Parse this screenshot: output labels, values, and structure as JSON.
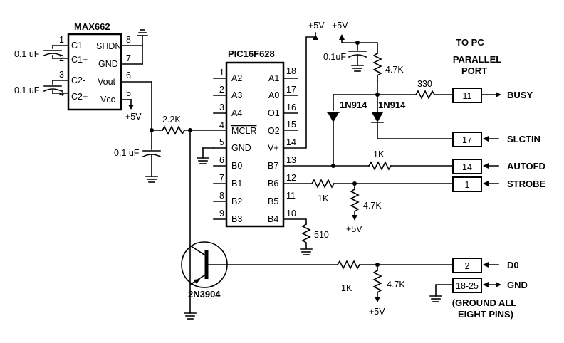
{
  "max662": {
    "name": "MAX662",
    "pins_left": [
      "C1-",
      "C1+",
      "C2-",
      "C2+"
    ],
    "pins_left_nums": [
      "1",
      "2",
      "3",
      "4"
    ],
    "pins_right": [
      "SHDN",
      "GND",
      "Vout",
      "Vcc"
    ],
    "pins_right_nums": [
      "8",
      "7",
      "6",
      "5"
    ]
  },
  "pic": {
    "name": "PIC16F628",
    "pins_left": [
      "A2",
      "A3",
      "A4",
      "MCLR",
      "GND",
      "B0",
      "B1",
      "B2",
      "B3"
    ],
    "pins_left_nums": [
      "1",
      "2",
      "3",
      "4",
      "5",
      "6",
      "7",
      "8",
      "9"
    ],
    "pins_right": [
      "A1",
      "A0",
      "O1",
      "O2",
      "V+",
      "B7",
      "B6",
      "B5",
      "B4"
    ],
    "pins_right_nums": [
      "18",
      "17",
      "16",
      "15",
      "14",
      "13",
      "12",
      "11",
      "10"
    ]
  },
  "parts": {
    "cap1": "0.1 uF",
    "cap2": "0.1 uF",
    "cap3": "0.1 uF",
    "cap4": "0.1uF",
    "r_mclr": "2.2K",
    "r_top": "4.7K",
    "r_busy": "330",
    "diode1": "1N914",
    "diode2": "1N914",
    "r_autofd": "1K",
    "r_strobe": "1K",
    "r_strobe_pull": "4.7K",
    "r_b4": "510",
    "r_d0": "1K",
    "r_d0_pull": "4.7K",
    "transistor": "2N3904"
  },
  "supply": {
    "vcc_max": "+5V",
    "vplus1": "+5V",
    "vplus2": "+5V",
    "strobe_pull": "+5V",
    "d0_pull": "+5V"
  },
  "port": {
    "title_line1": "TO PC",
    "title_line2": "PARALLEL",
    "title_line3": "PORT",
    "pins": [
      {
        "num": "11",
        "signal": "BUSY"
      },
      {
        "num": "17",
        "signal": "SLCTIN"
      },
      {
        "num": "14",
        "signal": "AUTOFD"
      },
      {
        "num": "1",
        "signal": "STROBE"
      },
      {
        "num": "2",
        "signal": "D0"
      },
      {
        "num": "18-25",
        "signal": "GND"
      }
    ],
    "gnd_note_line1": "(GROUND ALL",
    "gnd_note_line2": "EIGHT PINS)"
  }
}
